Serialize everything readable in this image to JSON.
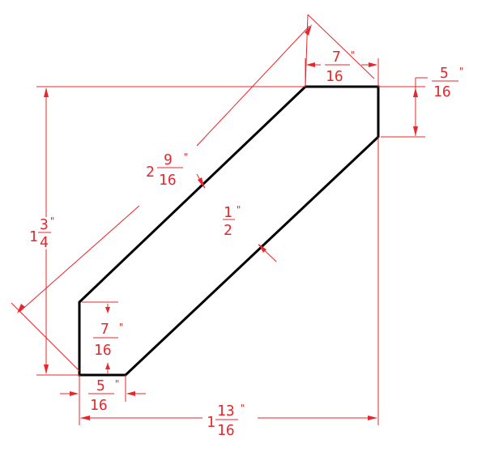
{
  "dimensions": {
    "top_chamfer": {
      "whole": "",
      "numerator": "7",
      "denominator": "16",
      "unit": "\""
    },
    "right_chamfer": {
      "whole": "",
      "numerator": "5",
      "denominator": "16",
      "unit": "\""
    },
    "overall_height": {
      "whole": "1",
      "numerator": "3",
      "denominator": "4",
      "unit": "\""
    },
    "diagonal_length": {
      "whole": "2",
      "numerator": "9",
      "denominator": "16",
      "unit": "\""
    },
    "thickness": {
      "whole": "",
      "numerator": "1",
      "denominator": "2",
      "unit": "\""
    },
    "left_chamfer_height": {
      "whole": "",
      "numerator": "7",
      "denominator": "16",
      "unit": "\""
    },
    "bottom_chamfer": {
      "whole": "",
      "numerator": "5",
      "denominator": "16",
      "unit": "\""
    },
    "overall_width": {
      "whole": "1",
      "numerator": "13",
      "denominator": "16",
      "unit": "\""
    }
  },
  "colors": {
    "dimension": "#e8262b",
    "profile": "#000000",
    "background": "#ffffff"
  }
}
